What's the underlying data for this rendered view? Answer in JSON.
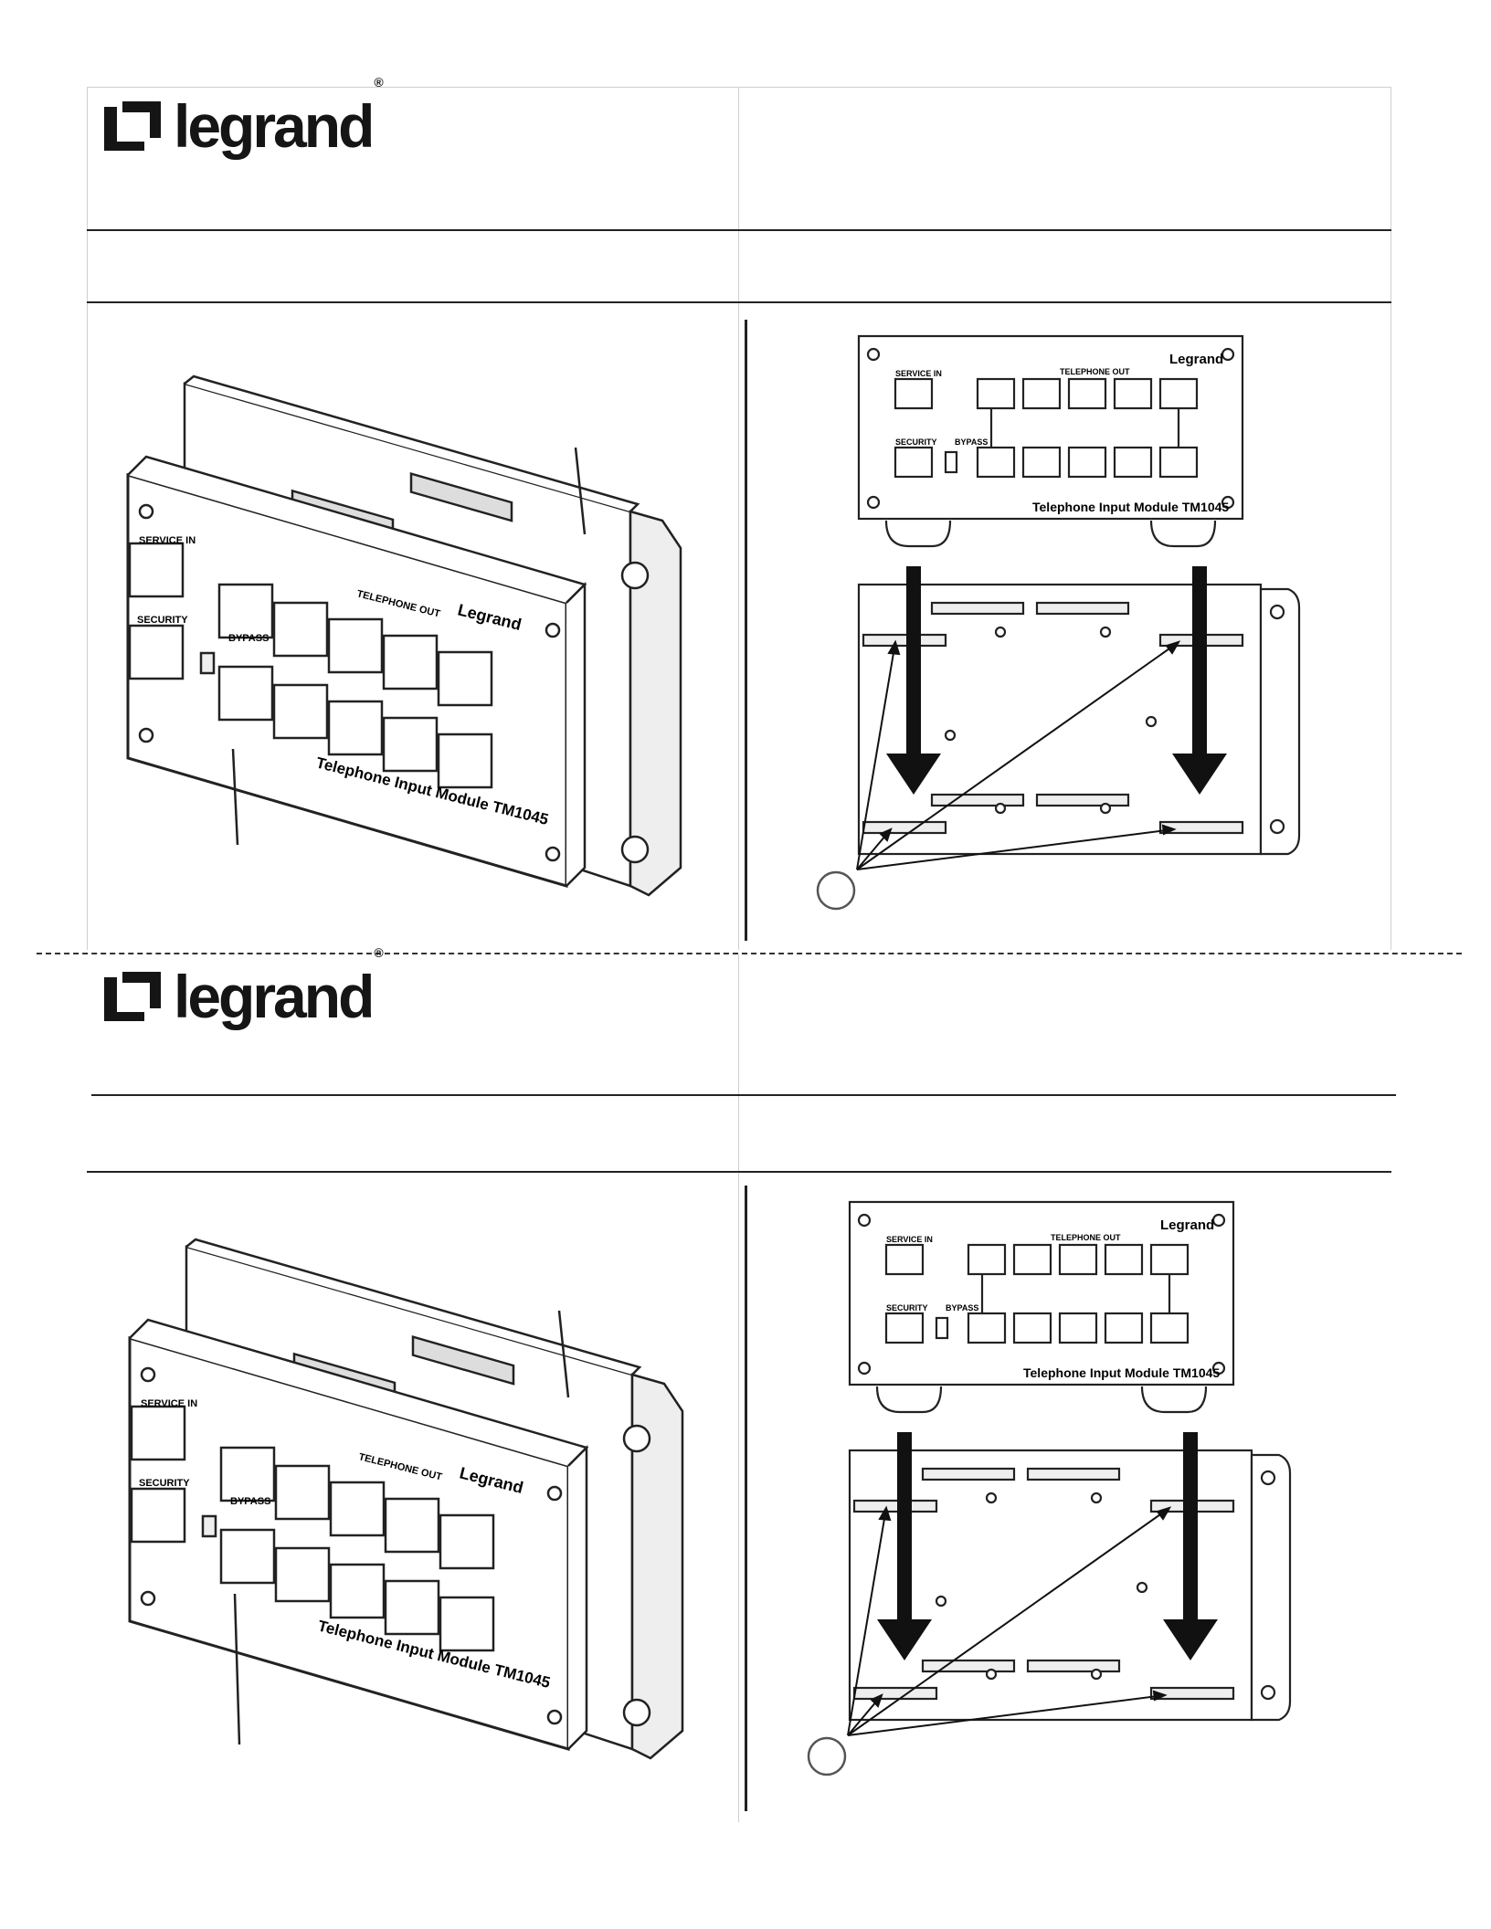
{
  "logo": {
    "text": "legrand",
    "registered": "®"
  },
  "module": {
    "service_in": "SERVICE IN",
    "telephone_out": "TELEPHONE OUT",
    "security": "SECURITY",
    "bypass": "BYPASS",
    "brand": "Legrand",
    "name": "Telephone Input Module TM1045"
  },
  "icons": {
    "logo": "legrand-logo-mark",
    "arrow_down": "arrow-down-icon",
    "callout": "callout-circle-icon"
  }
}
